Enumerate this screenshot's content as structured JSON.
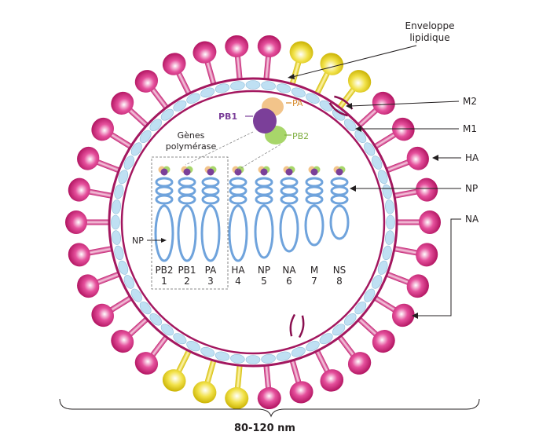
{
  "labels": {
    "envelope_line1": "Enveloppe",
    "envelope_line2": "lipidique",
    "m2": "M2",
    "m1": "M1",
    "ha": "HA",
    "np_right": "NP",
    "na": "NA",
    "pa": "PA",
    "pb1": "PB1",
    "pb2": "PB2",
    "genes_line1": "Gènes",
    "genes_line2": "polymérase",
    "np_left": "NP",
    "size": "80-120 nm"
  },
  "segments": [
    {
      "name": "PB2",
      "number": "1"
    },
    {
      "name": "PB1",
      "number": "2"
    },
    {
      "name": "PA",
      "number": "3"
    },
    {
      "name": "HA",
      "number": "4"
    },
    {
      "name": "NP",
      "number": "5"
    },
    {
      "name": "NA",
      "number": "6"
    },
    {
      "name": "M",
      "number": "7"
    },
    {
      "name": "NS",
      "number": "8"
    }
  ],
  "colors": {
    "ha_spike": "#c2186e",
    "na_spike": "#e8d21a",
    "membrane": "#a3175f",
    "lipid_bead": "#bfe0f3",
    "rnp": "#6fa3dc",
    "pa": "#f2c48a",
    "pb1": "#7b3f99",
    "pb2": "#a8d66a",
    "text": "#231f20"
  }
}
